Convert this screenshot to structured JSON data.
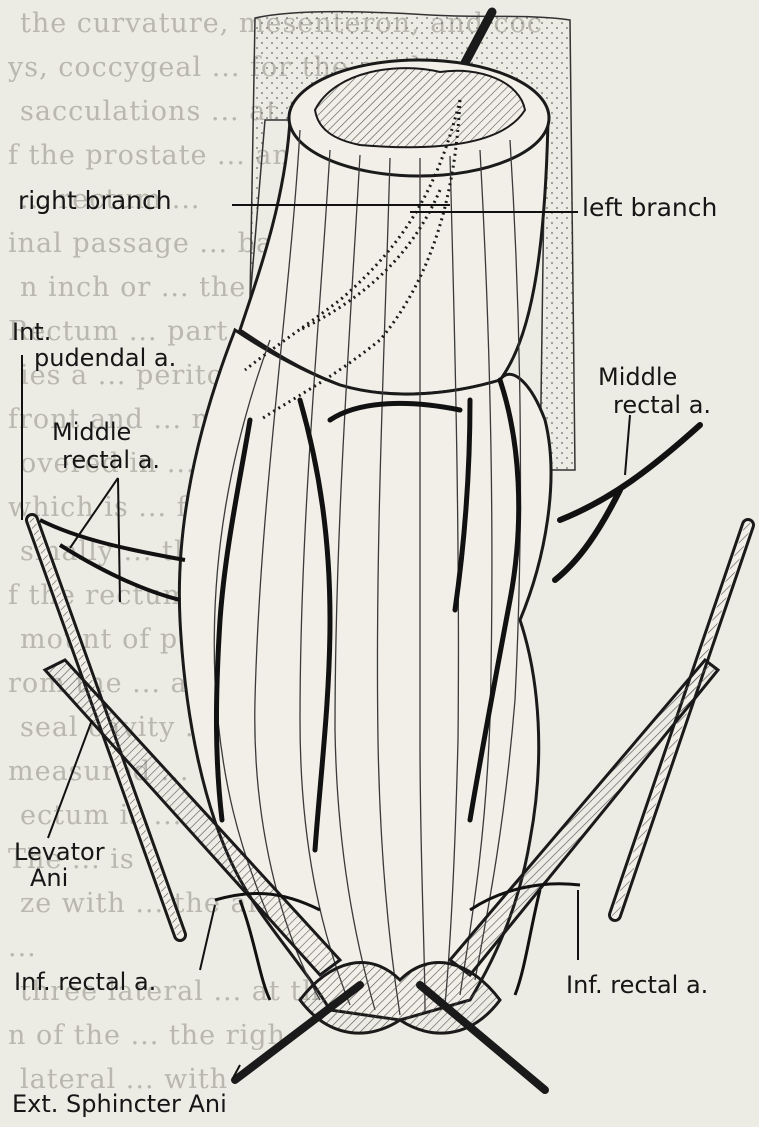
{
  "labels": {
    "right_branch": "right branch",
    "left_branch": "left branch",
    "int_pudendal_1": "Int.",
    "int_pudendal_2": "pudendal a.",
    "middle_rectal_left_1": "Middle",
    "middle_rectal_left_2": "rectal a.",
    "middle_rectal_right_1": "Middle",
    "middle_rectal_right_2": "rectal a.",
    "levator_1": "Levator",
    "levator_2": "Ani",
    "inf_rectal_left": "Inf. rectal a.",
    "inf_rectal_right": "Inf. rectal a.",
    "ext_sphincter": "Ext. Sphincter Ani"
  },
  "background_text": [
    "the curvature, mesenteron, and coc",
    "ys, coccygeal ... for the anal",
    "sacculations ... at the apex",
    "f the prostate ... angled bend",
    "... rectum ...",
    "inal passage ... backward to",
    "n inch or ... the anus.",
    "Rectum ... part of the",
    "ies a ... peritoneum",
    "front and ... midline",
    "overed in ... part",
    "which is ... from",
    "smally ... the",
    "f the rectum ... is",
    "mount of peritoneum ... the",
    "rom the ... anterior",
    "seal cavity ... inch)",
    "measured ... and the",
    "ectum is ...",
    "The ... is",
    "ze with ... the antero-pos",
    "...",
    "three lateral ... at the bo",
    "n of the ... the righ",
    "lateral ... with"
  ]
}
